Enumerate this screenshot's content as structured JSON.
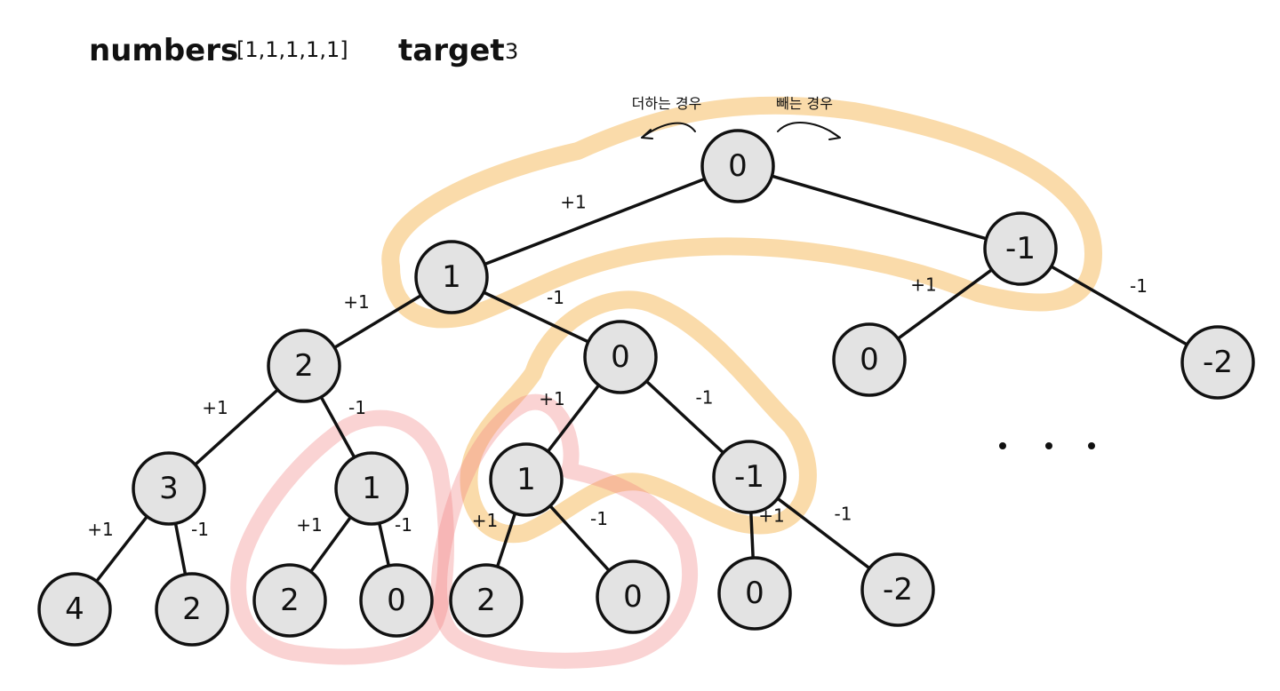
{
  "title": {
    "numbers_label": "numbers",
    "numbers_value": "[1,1,1,1,1]",
    "target_label": "target",
    "target_value": "3"
  },
  "annotations": {
    "add_case": "더하는 경우",
    "subtract_case": "빼는 경우"
  },
  "tree": {
    "nodes": [
      {
        "id": "root",
        "value": "0"
      },
      {
        "id": "l1_plus",
        "value": "1"
      },
      {
        "id": "l1_minus",
        "value": "-1"
      },
      {
        "id": "l2_a",
        "value": "2"
      },
      {
        "id": "l2_b",
        "value": "0"
      },
      {
        "id": "l2_c",
        "value": "0"
      },
      {
        "id": "l2_d",
        "value": "-2"
      },
      {
        "id": "l3_a",
        "value": "3"
      },
      {
        "id": "l3_b",
        "value": "1"
      },
      {
        "id": "l3_c",
        "value": "1"
      },
      {
        "id": "l3_d",
        "value": "-1"
      },
      {
        "id": "l4_a",
        "value": "4"
      },
      {
        "id": "l4_b",
        "value": "2"
      },
      {
        "id": "l4_c",
        "value": "2"
      },
      {
        "id": "l4_d",
        "value": "0"
      },
      {
        "id": "l4_e",
        "value": "2"
      },
      {
        "id": "l4_f",
        "value": "0"
      },
      {
        "id": "l4_g",
        "value": "0"
      },
      {
        "id": "l4_h",
        "value": "-2"
      }
    ],
    "edges": [
      {
        "from": "root",
        "to": "l1_plus",
        "label": "+1"
      },
      {
        "from": "root",
        "to": "l1_minus",
        "label": ""
      },
      {
        "from": "l1_plus",
        "to": "l2_a",
        "label": "+1"
      },
      {
        "from": "l1_plus",
        "to": "l2_b",
        "label": "-1"
      },
      {
        "from": "l1_minus",
        "to": "l2_c",
        "label": "+1"
      },
      {
        "from": "l1_minus",
        "to": "l2_d",
        "label": "-1"
      },
      {
        "from": "l2_a",
        "to": "l3_a",
        "label": "+1"
      },
      {
        "from": "l2_a",
        "to": "l3_b",
        "label": "-1"
      },
      {
        "from": "l2_b",
        "to": "l3_c",
        "label": "+1"
      },
      {
        "from": "l2_b",
        "to": "l3_d",
        "label": "-1"
      },
      {
        "from": "l3_a",
        "to": "l4_a",
        "label": "+1"
      },
      {
        "from": "l3_a",
        "to": "l4_b",
        "label": "-1"
      },
      {
        "from": "l3_b",
        "to": "l4_c",
        "label": "+1"
      },
      {
        "from": "l3_b",
        "to": "l4_d",
        "label": "-1"
      },
      {
        "from": "l3_c",
        "to": "l4_e",
        "label": "+1"
      },
      {
        "from": "l3_c",
        "to": "l4_f",
        "label": "-1"
      },
      {
        "from": "l3_d",
        "to": "l4_g",
        "label": "+1"
      },
      {
        "from": "l3_d",
        "to": "l4_h",
        "label": "-1"
      }
    ]
  },
  "colors": {
    "highlight_orange": "#f5b042",
    "highlight_red": "#f08080",
    "node_fill": "#e3e3e3"
  }
}
